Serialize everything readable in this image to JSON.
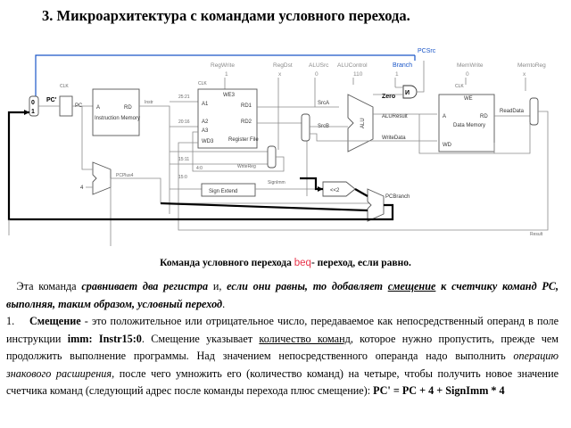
{
  "title": "3. Микроархитектура с командами условного перехода.",
  "diagram": {
    "signals": {
      "pcsrc": "PCSrc",
      "regwrite": "RegWrite",
      "regdst": "RegDst",
      "alusrc": "ALUSrc",
      "aluctl": "ALUControl",
      "branch": "Branch",
      "memwrite": "MemWrite",
      "memtoreg": "MemtoReg",
      "val_reg": "1",
      "val_regdst": "x",
      "val_alusrc": "0",
      "val_aluctl": "110",
      "val_branch": "1",
      "val_memwrite": "0",
      "val_memtoreg": "x"
    },
    "blocks": {
      "instr_mem": "Instruction Memory",
      "reg_file": "Register File",
      "data_mem": "Data Memory",
      "sign_ext": "Sign Extend",
      "alu": "ALU",
      "shift": "<<2",
      "and_gate": "И"
    },
    "ports": {
      "clk": "CLK",
      "pc": "PC",
      "pc_prime": "PC'",
      "a": "A",
      "rd": "RD",
      "a1": "A1",
      "a2": "A2",
      "a3": "A3",
      "we3": "WE3",
      "wd3": "WD3",
      "rd1": "RD1",
      "rd2": "RD2",
      "we": "WE",
      "wd": "WD",
      "zero": "Zero",
      "srca": "SrcA",
      "srcb": "SrcB",
      "aluresult": "ALUResult",
      "readdata": "ReadData",
      "writedata": "WriteData",
      "writereg": "WriteReg",
      "signimm": "SignImm",
      "pcplus4": "PCPlus4",
      "pcbranch": "PCBranch",
      "result": "Result",
      "instr": "Instr",
      "four": "4",
      "b2521": "25:21",
      "b2016": "20:16",
      "b1511": "15:11",
      "b150": "15:0",
      "b40": "4:0",
      "mux0": "0",
      "mux1": "1"
    }
  },
  "subtitle": {
    "before": "Команда условного перехода ",
    "beq": "beq",
    "after": "- переход, если равно."
  },
  "paragraph1": {
    "t1": "Эта команда ",
    "t2": "сравнивает два регистра",
    "t3": " и, ",
    "t4": "если они равны, то добавляет ",
    "t5": "смещение",
    "t6": " к счетчику команд PC, выполняя, таким образом, условный переход",
    "t7": "."
  },
  "item1": {
    "num": "1.",
    "t1": "Смещение",
    "t2": " - это положительное или отрицательное число, передаваемое как непосредственный операнд в поле инструкции ",
    "t3": "imm: Instr15:0",
    "t4": ". Смещение указывает ",
    "t5": "количество команд",
    "t6": ", которое нужно пропустить, прежде чем продолжить выполнение программы. Над значением непосредственного операнда надо выполнить ",
    "t7": "операцию знакового расширения",
    "t8": ", после чего умножить его (количество команд) на четыре, чтобы получить новое значение счетчика команд (следующий адрес после команды перехода плюс смещение): ",
    "t9": "PC' = PC + 4 + SignImm * 4"
  }
}
